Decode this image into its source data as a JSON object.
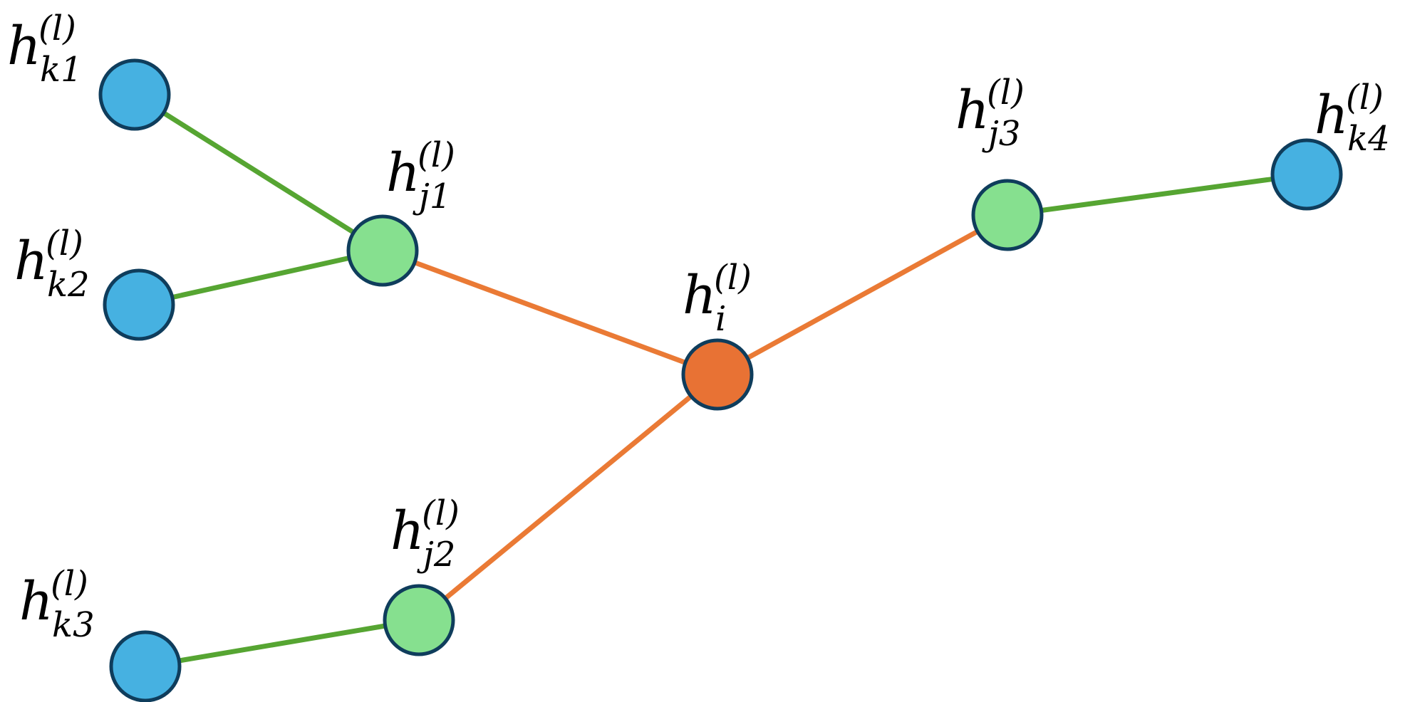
{
  "diagram": {
    "colors": {
      "background": "#ffffff",
      "node_outline": "#0f3d5c",
      "center_node_fill": "#e87234",
      "neighbor_node_fill": "#86e08f",
      "outer_node_fill": "#46b1e1",
      "first_hop_edge": "#ea7a35",
      "second_hop_edge": "#56a532"
    },
    "nodes": [
      {
        "id": "i",
        "role": "center",
        "symbol": "h",
        "subscript": "i",
        "superscript": "(l)"
      },
      {
        "id": "j1",
        "role": "neighbor",
        "symbol": "h",
        "subscript": "j1",
        "superscript": "(l)"
      },
      {
        "id": "j2",
        "role": "neighbor",
        "symbol": "h",
        "subscript": "j2",
        "superscript": "(l)"
      },
      {
        "id": "j3",
        "role": "neighbor",
        "symbol": "h",
        "subscript": "j3",
        "superscript": "(l)"
      },
      {
        "id": "k1",
        "role": "outer",
        "symbol": "h",
        "subscript": "k1",
        "superscript": "(l)"
      },
      {
        "id": "k2",
        "role": "outer",
        "symbol": "h",
        "subscript": "k2",
        "superscript": "(l)"
      },
      {
        "id": "k3",
        "role": "outer",
        "symbol": "h",
        "subscript": "k3",
        "superscript": "(l)"
      },
      {
        "id": "k4",
        "role": "outer",
        "symbol": "h",
        "subscript": "k4",
        "superscript": "(l)"
      }
    ],
    "edges": [
      {
        "from": "i",
        "to": "j1",
        "kind": "first_hop"
      },
      {
        "from": "i",
        "to": "j2",
        "kind": "first_hop"
      },
      {
        "from": "i",
        "to": "j3",
        "kind": "first_hop"
      },
      {
        "from": "j1",
        "to": "k1",
        "kind": "second_hop"
      },
      {
        "from": "j1",
        "to": "k2",
        "kind": "second_hop"
      },
      {
        "from": "j2",
        "to": "k3",
        "kind": "second_hop"
      },
      {
        "from": "j3",
        "to": "k4",
        "kind": "second_hop"
      }
    ]
  }
}
